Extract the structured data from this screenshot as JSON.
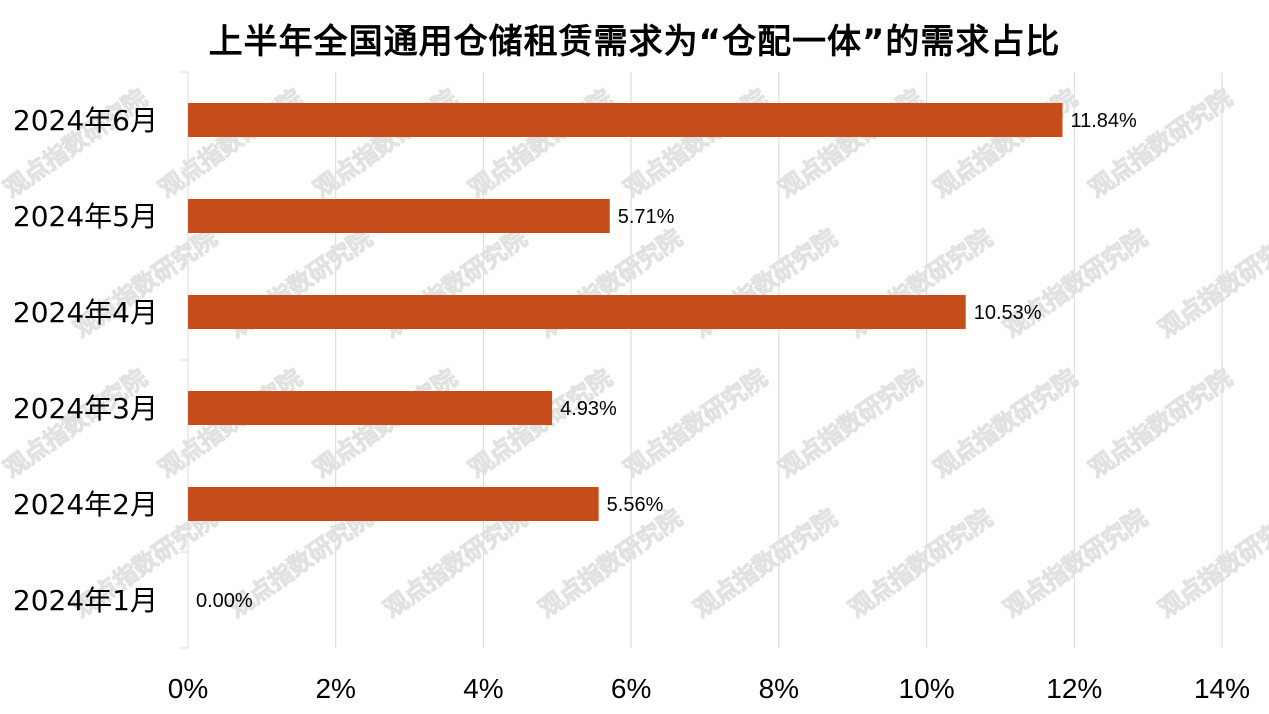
{
  "chart_data": {
    "type": "bar",
    "orientation": "horizontal",
    "title": "上半年全国通用仓储租赁需求为“仓配一体”的需求占比",
    "categories": [
      "2024年6月",
      "2024年5月",
      "2024年4月",
      "2024年3月",
      "2024年2月",
      "2024年1月"
    ],
    "values": [
      11.84,
      5.71,
      10.53,
      4.93,
      5.56,
      0.0
    ],
    "data_labels": [
      "11.84%",
      "5.71%",
      "10.53%",
      "4.93%",
      "5.56%",
      "0.00%"
    ],
    "x_ticks": [
      "0%",
      "2%",
      "4%",
      "6%",
      "8%",
      "10%",
      "12%",
      "14%"
    ],
    "xlim": [
      0,
      14
    ],
    "xlabel": "",
    "ylabel": "",
    "grid": "vertical",
    "legend": "none",
    "bar_color": "#C64C1A",
    "grid_color": "#D9D9D9"
  },
  "watermark": "观点指数研究院"
}
